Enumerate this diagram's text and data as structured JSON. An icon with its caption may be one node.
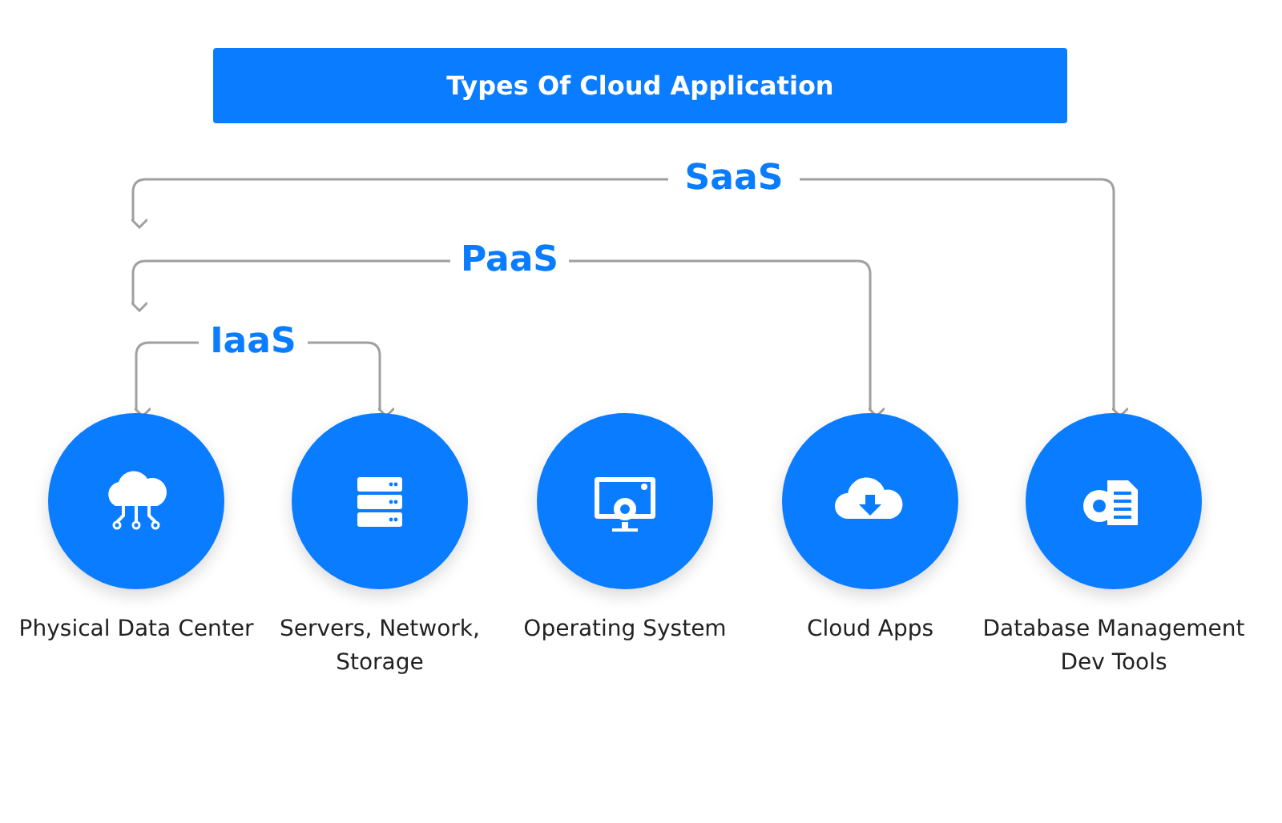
{
  "diagram": {
    "nodes": [
      {
        "text": [
          "Types Of Cloud Application"
        ]
      },
      {
        "text": [
          "SaaS"
        ]
      },
      {
        "text": [
          "PaaS"
        ]
      },
      {
        "text": [
          "IaaS"
        ]
      },
      {
        "text": [
          "Physical Data Center"
        ]
      },
      {
        "text": [
          "Servers, Network, Storage"
        ]
      },
      {
        "text": [
          "Operating System"
        ]
      },
      {
        "text": [
          "Cloud Apps"
        ]
      },
      {
        "text": [
          "Database Management Dev Tools"
        ]
      }
    ],
    "edges": [
      {
        "from": 1,
        "to": null,
        "arrow": "to"
      },
      {
        "from": 1,
        "to": 8,
        "arrow": "to"
      },
      {
        "from": 2,
        "to": null,
        "arrow": "to"
      },
      {
        "from": 2,
        "to": 7,
        "arrow": "to"
      },
      {
        "from": 3,
        "to": 4,
        "arrow": "to"
      },
      {
        "from": 3,
        "to": 5,
        "arrow": "to"
      }
    ]
  }
}
